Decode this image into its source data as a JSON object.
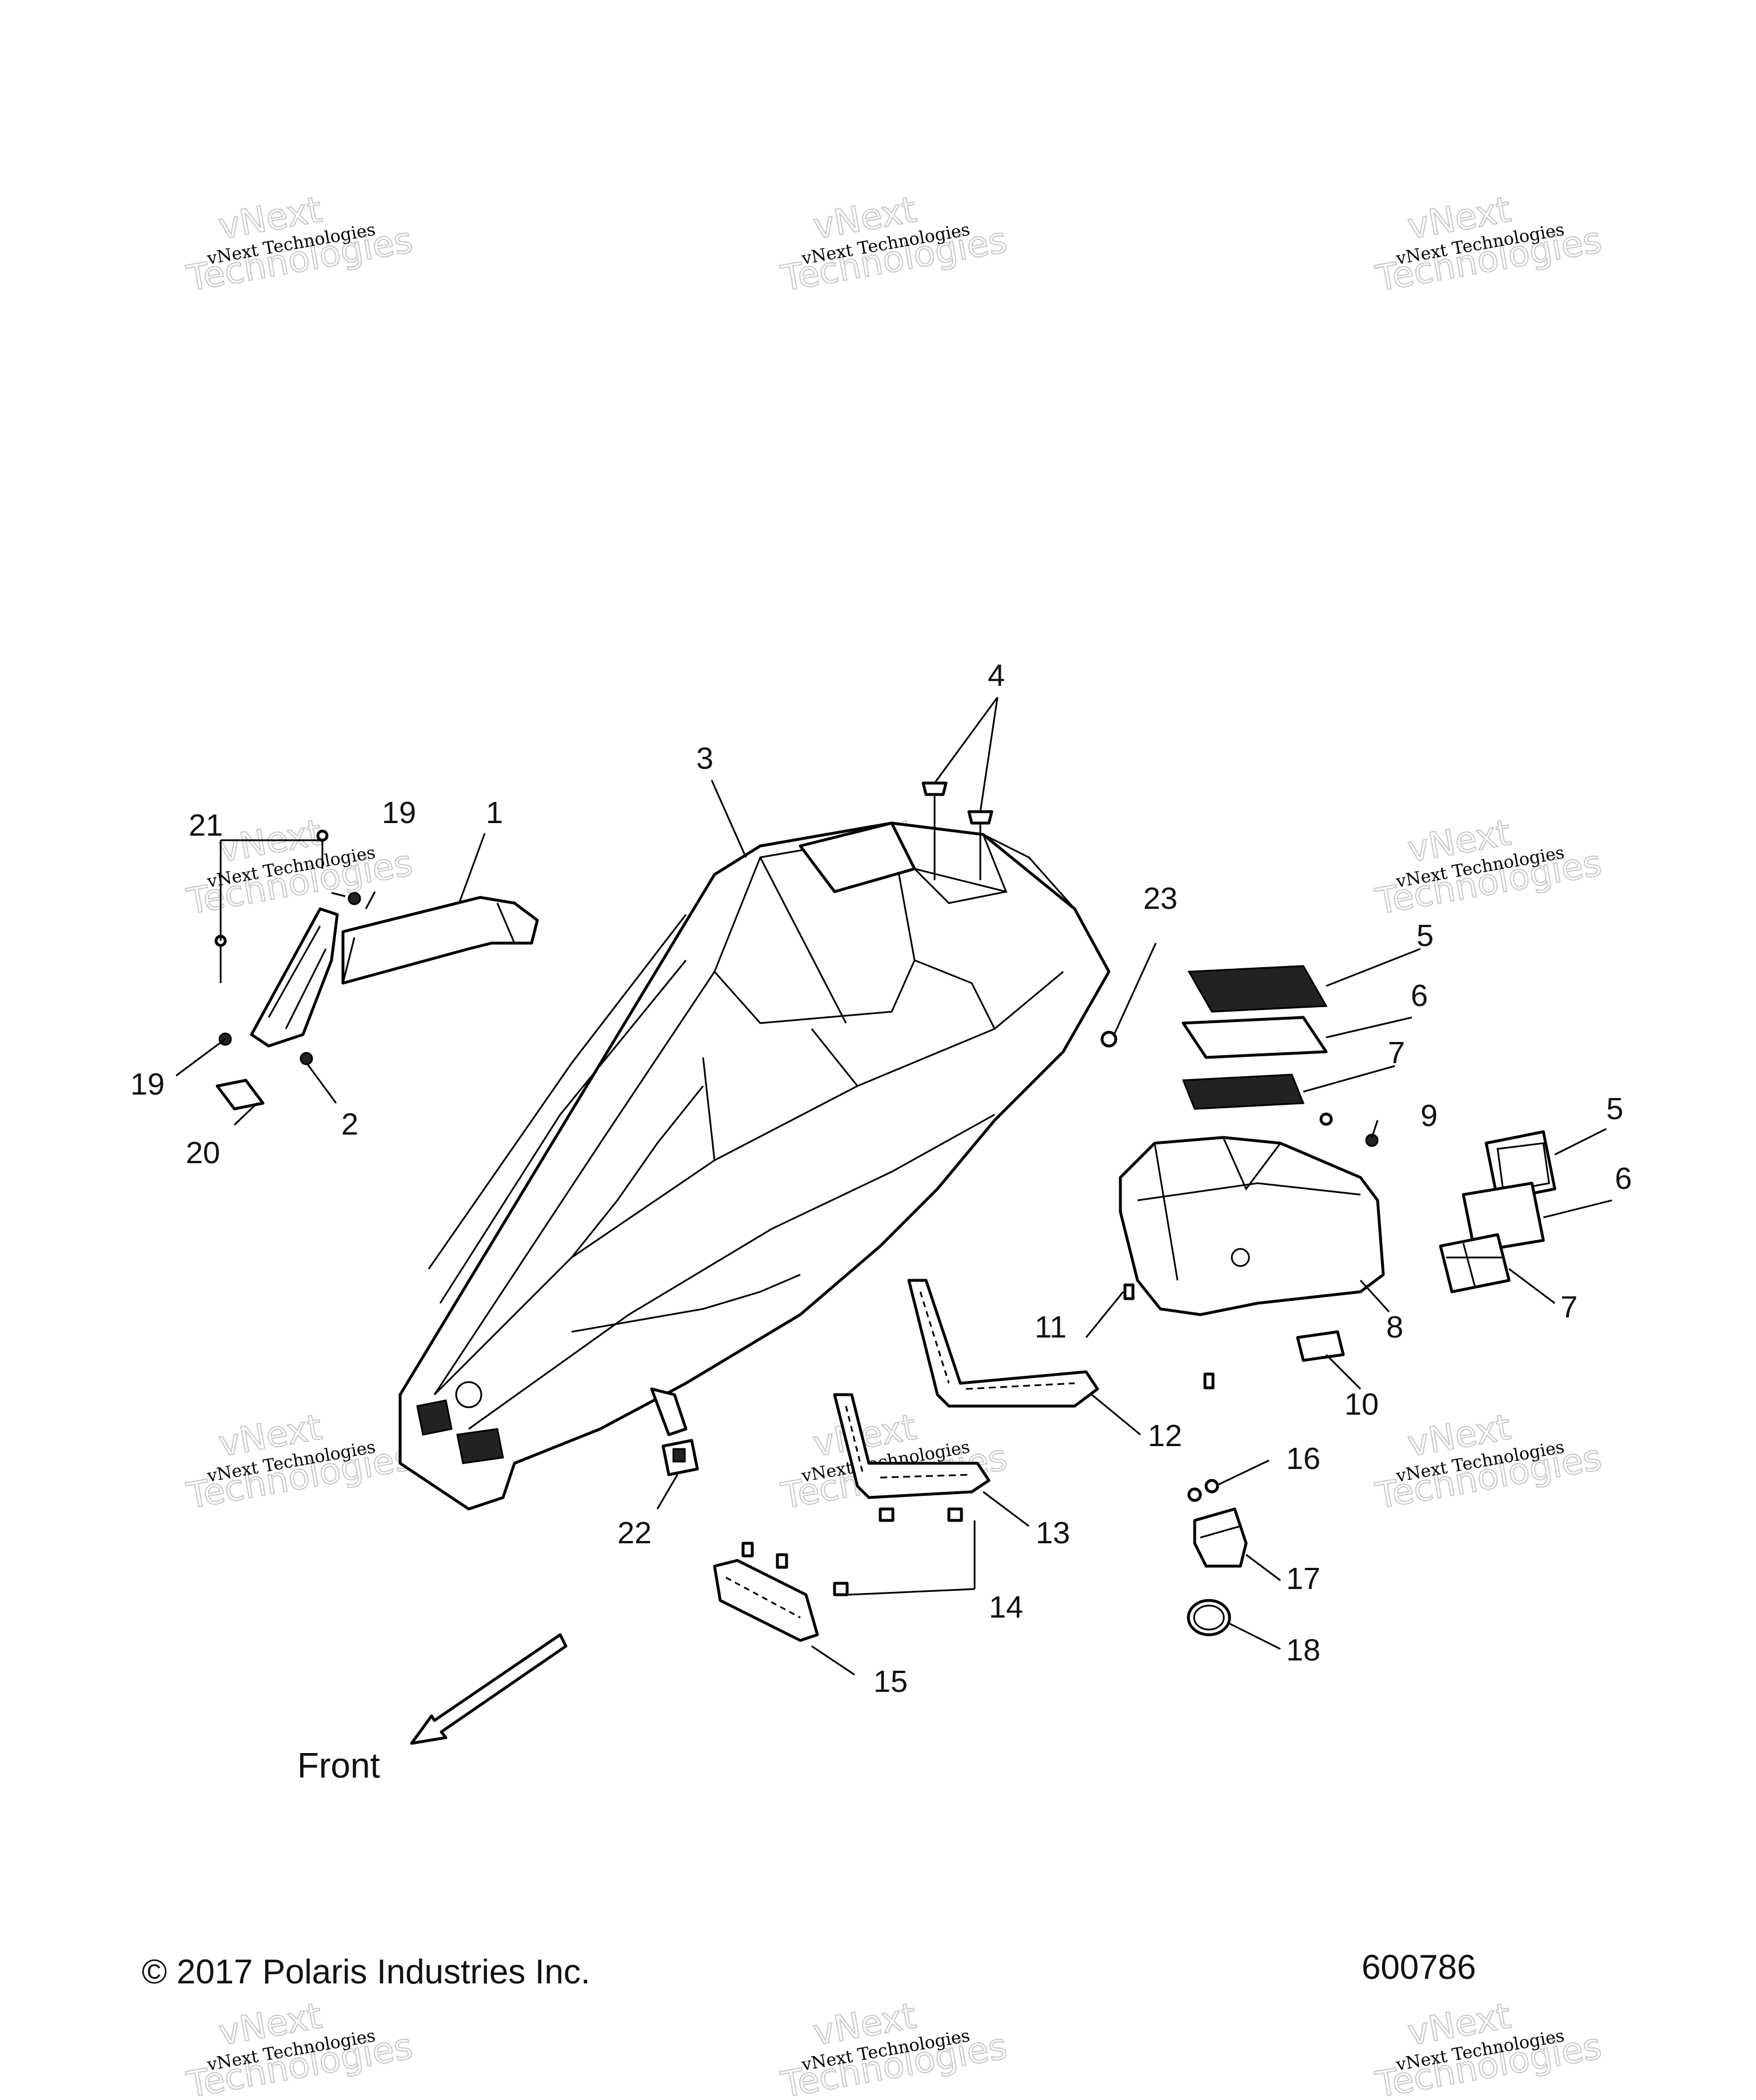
{
  "callouts": [
    {
      "label": "1"
    },
    {
      "label": "2"
    },
    {
      "label": "3"
    },
    {
      "label": "4"
    },
    {
      "label": "5"
    },
    {
      "label": "6"
    },
    {
      "label": "7"
    },
    {
      "label": "9"
    },
    {
      "label": "5"
    },
    {
      "label": "6"
    },
    {
      "label": "7"
    },
    {
      "label": "8"
    },
    {
      "label": "10"
    },
    {
      "label": "11"
    },
    {
      "label": "12"
    },
    {
      "label": "13"
    },
    {
      "label": "14"
    },
    {
      "label": "15"
    },
    {
      "label": "16"
    },
    {
      "label": "17"
    },
    {
      "label": "18"
    },
    {
      "label": "19"
    },
    {
      "label": "19"
    },
    {
      "label": "20"
    },
    {
      "label": "21"
    },
    {
      "label": "22"
    },
    {
      "label": "23"
    }
  ],
  "direction_label": "Front",
  "copyright": "© 2017 Polaris Industries Inc.",
  "diagram_number": "600786",
  "watermark": {
    "small_text": "vNext Technologies",
    "large_line1": "vNext",
    "large_line2": "Technologies"
  },
  "colors": {
    "line": "#000000",
    "background": "#ffffff",
    "watermark_outline": "#c8c8c8"
  }
}
